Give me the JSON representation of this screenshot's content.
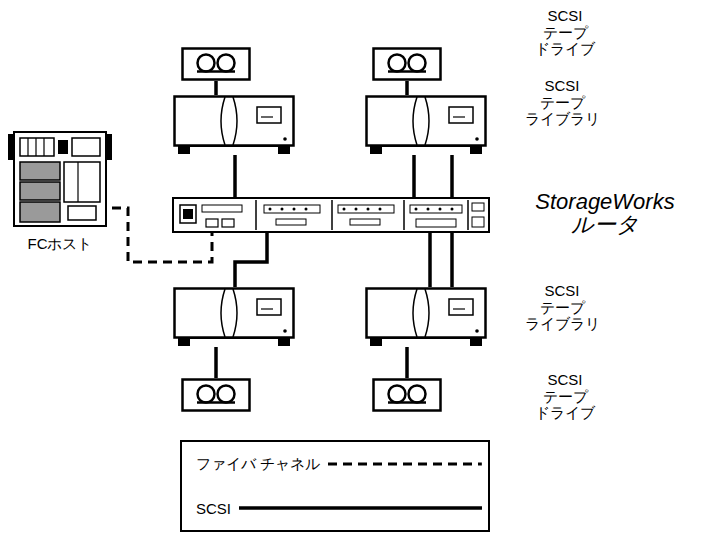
{
  "diagram": {
    "nodes": [
      {
        "text": [
          "SCSI テープ ドライブ"
        ]
      },
      {
        "text": [
          "SCSI テープ ライブラリ"
        ]
      },
      {
        "text": [
          "FCホスト"
        ]
      },
      {
        "text": [
          "StorageWorks ルータ"
        ]
      },
      {
        "text": [
          "SCSI テープ ライブラリ"
        ]
      },
      {
        "text": [
          "SCSI テープ ドライブ"
        ]
      }
    ],
    "edges": [
      {
        "from": 0,
        "to": 1,
        "arrow": "none"
      },
      {
        "from": 1,
        "to": 3,
        "arrow": "none"
      },
      {
        "from": 2,
        "to": 3,
        "arrow": "none"
      },
      {
        "from": 3,
        "to": 4,
        "arrow": "none"
      },
      {
        "from": 4,
        "to": 5,
        "arrow": "none"
      }
    ],
    "legend": [
      {
        "text": "ファイバ チャネル"
      },
      {
        "text": "SCSI"
      }
    ]
  }
}
